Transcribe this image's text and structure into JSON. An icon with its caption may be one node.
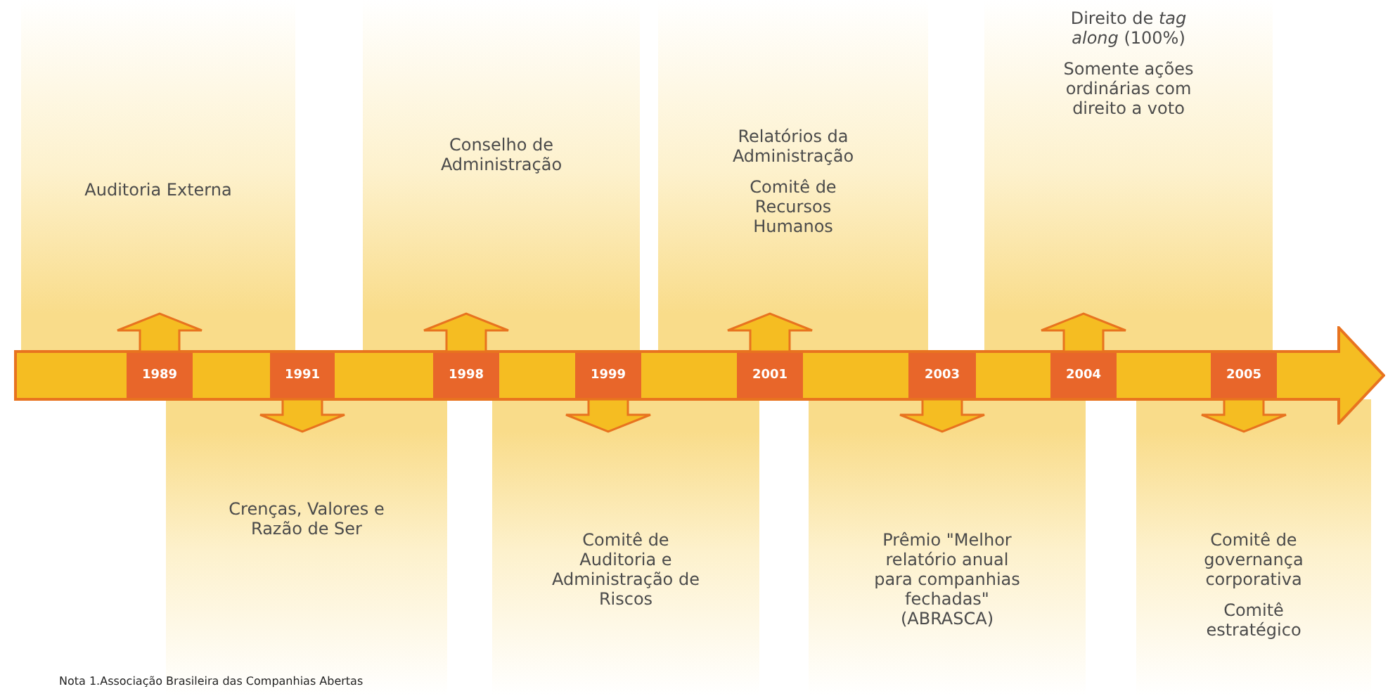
{
  "diagram": {
    "nodes": [
      {
        "text": [],
        "shape": "bar"
      },
      {
        "text": [
          "1989"
        ],
        "in": 0
      },
      {
        "text": [
          "1991"
        ],
        "in": 0
      },
      {
        "text": [
          "1998"
        ],
        "in": 0
      },
      {
        "text": [
          "1999"
        ],
        "in": 0
      },
      {
        "text": [
          "2001"
        ],
        "in": 0
      },
      {
        "text": [
          "2003"
        ],
        "in": 0
      },
      {
        "text": [
          "2004"
        ],
        "in": 0
      },
      {
        "text": [
          "2005"
        ],
        "in": 0
      },
      {
        "text": [
          "Auditoria Externa"
        ]
      },
      {
        "text": [
          "Crenças, Valores e Razão de Ser"
        ]
      },
      {
        "text": [
          "Conselho de Administração"
        ]
      },
      {
        "text": [
          "Comitê de Auditoria e Administração de Riscos"
        ]
      },
      {
        "text": [
          "Relatórios da Administração",
          "Comitê de Recursos Humanos"
        ]
      },
      {
        "text": [
          "Prêmio \"Melhor relatório anual para companhias fechadas\" (ABRASCA)"
        ]
      },
      {
        "text": [
          "Direito de *tag along* (100%)",
          "Somente ações ordinárias com direito a voto"
        ]
      },
      {
        "text": [
          "Comitê de governança corporativa",
          "Comitê estratégico"
        ]
      }
    ],
    "edges": [
      {
        "from": 1,
        "to": 9,
        "arrow": "to"
      },
      {
        "from": 2,
        "to": 10,
        "arrow": "to"
      },
      {
        "from": 3,
        "to": 11,
        "arrow": "to"
      },
      {
        "from": 4,
        "to": 12,
        "arrow": "to"
      },
      {
        "from": 5,
        "to": 13,
        "arrow": "to"
      },
      {
        "from": 6,
        "to": 14,
        "arrow": "to"
      },
      {
        "from": 7,
        "to": 15,
        "arrow": "to"
      },
      {
        "from": 8,
        "to": 16,
        "arrow": "to"
      }
    ],
    "labels": [
      "Nota 1.Associação Brasileira das Companhias Abertas"
    ]
  }
}
